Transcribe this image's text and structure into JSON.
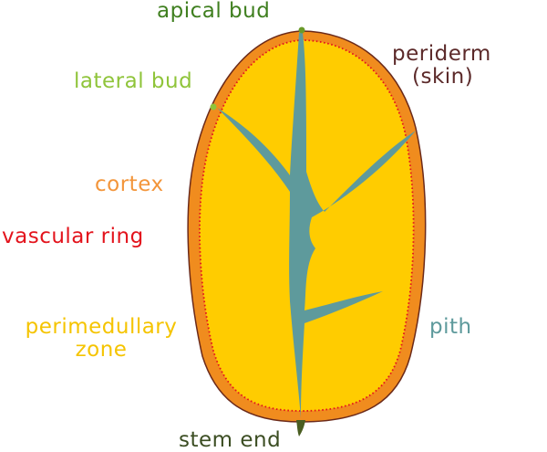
{
  "labels": {
    "apical_bud": "apical bud",
    "lateral_bud": "lateral bud",
    "periderm": "periderm",
    "periderm_sub": "(skin)",
    "cortex": "cortex",
    "vascular_ring": "vascular ring",
    "perimedullary_line1": "perimedullary",
    "perimedullary_line2": "zone",
    "pith": "pith",
    "stem_end": "stem end"
  },
  "colors": {
    "periderm": "#f08c1e",
    "periderm_outline": "#6b2a1a",
    "cortex": "#f3953a",
    "perimedullary_zone": "#ffcc00",
    "vascular_ring": "#e3131c",
    "pith": "#5e9a9c",
    "bud": "#6a9a2a",
    "stem_end": "#4a5e22"
  }
}
